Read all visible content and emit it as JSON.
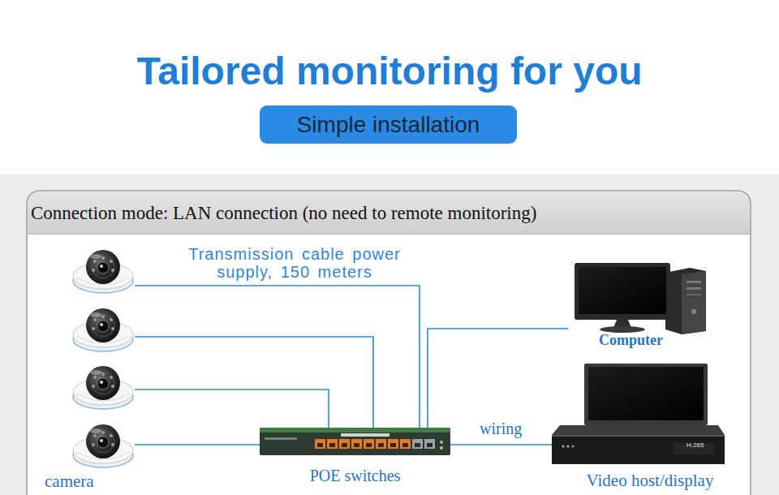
{
  "diagram": {
    "title": "Tailored monitoring for you",
    "nodes": [
      {
        "text": [
          "Simple installation"
        ]
      },
      {
        "text": [
          "Connection mode: LAN connection (no need to remote monitoring)"
        ]
      },
      {
        "text": [],
        "in": 1
      },
      {
        "text": [],
        "in": 1
      },
      {
        "text": [],
        "in": 1
      },
      {
        "text": [
          "camera"
        ],
        "in": 1
      },
      {
        "text": [
          "POE switches"
        ],
        "in": 1
      },
      {
        "text": [
          "Computer"
        ],
        "in": 1
      },
      {
        "text": [
          "Video host/display"
        ],
        "in": 1
      }
    ],
    "edges": [
      {
        "from": 2,
        "to": 6,
        "arrow": "none"
      },
      {
        "from": 3,
        "to": 6,
        "arrow": "none"
      },
      {
        "from": 4,
        "to": 6,
        "arrow": "none"
      },
      {
        "from": 5,
        "to": 6,
        "arrow": "none"
      },
      {
        "from": 6,
        "to": 7,
        "arrow": "none"
      },
      {
        "from": 6,
        "to": 8,
        "label": "wiring",
        "arrow": "none"
      }
    ],
    "labels": [
      "Transmission cable power supply, 150 meters",
      "H.265"
    ]
  }
}
